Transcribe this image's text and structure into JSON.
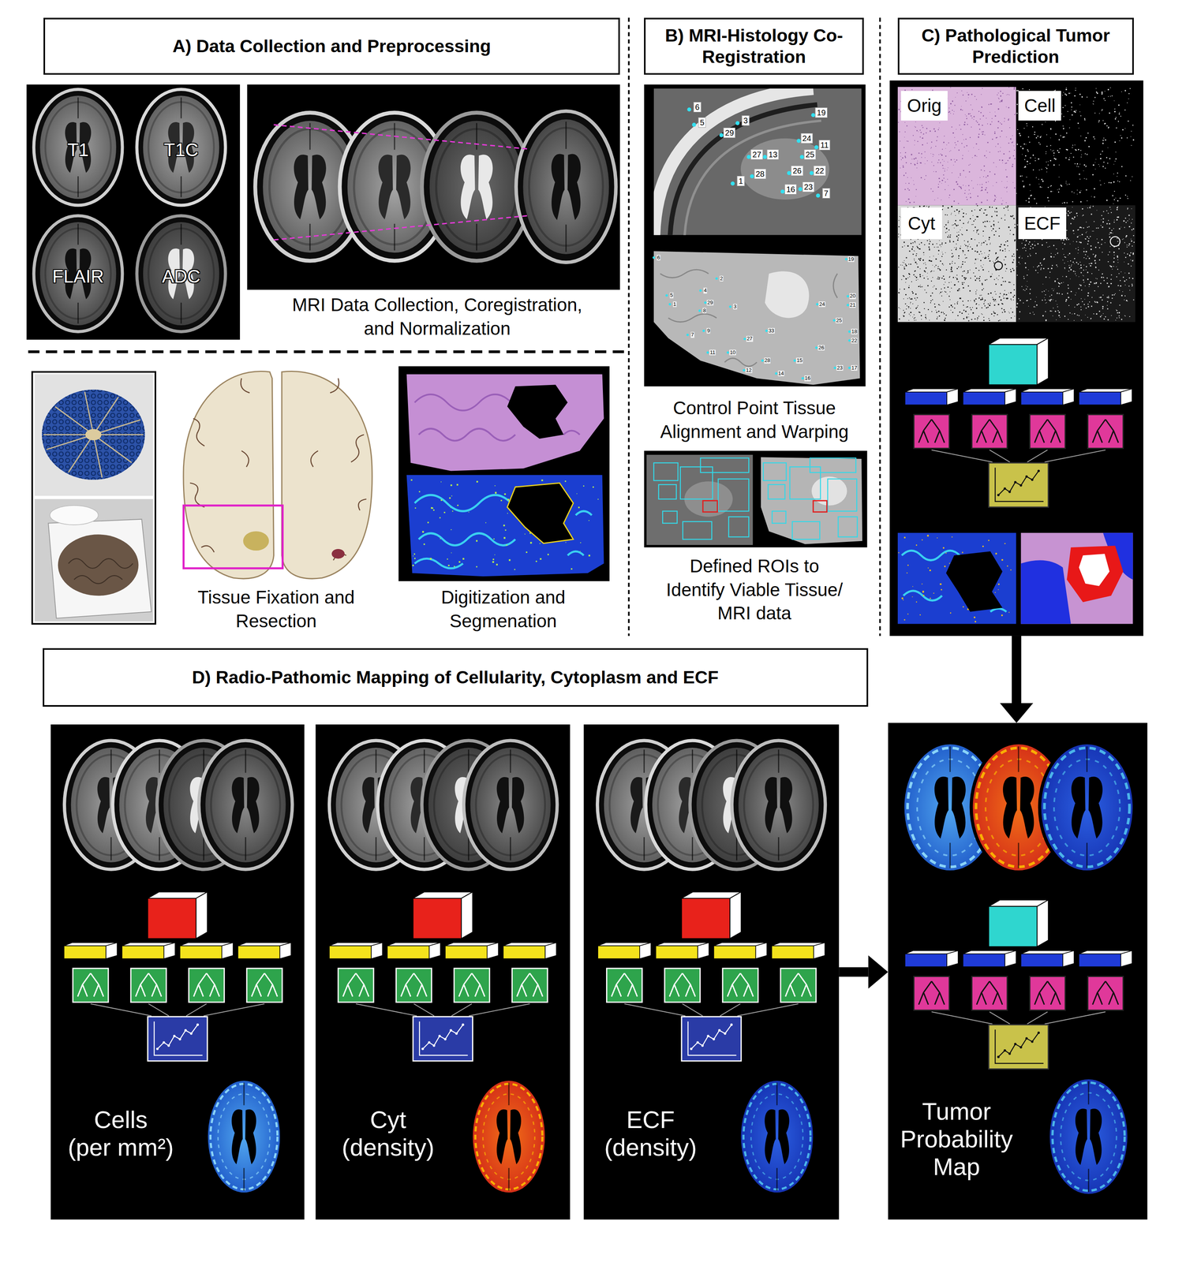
{
  "diagram": {
    "nodes": [
      {
        "text": [
          "A) Data Collection and Preprocessing"
        ]
      },
      {
        "text": [
          "B) MRI-Histology Co-Registration"
        ]
      },
      {
        "text": [
          "C) Pathological Tumor Prediction"
        ]
      },
      {
        "text": [
          "Orig"
        ],
        "in": 2
      },
      {
        "text": [
          "Cell"
        ],
        "in": 2
      },
      {
        "text": [
          "Cyt"
        ],
        "in": 2
      },
      {
        "text": [
          "ECF"
        ],
        "in": 2
      },
      {
        "text": [
          "D) Radio-Pathomic Mapping of Cellularity, Cytoplasm and ECF"
        ]
      },
      {
        "text": [
          "Cells (per mm²)"
        ]
      },
      {
        "text": [
          "Cyt (density)"
        ]
      },
      {
        "text": [
          "ECF (density)"
        ]
      },
      {
        "text": [
          "Tumor Probability Map"
        ]
      }
    ],
    "edges": [
      {
        "from": 2,
        "to": 11,
        "arrow": "to"
      },
      {
        "from": 10,
        "to": 11,
        "arrow": "to"
      }
    ],
    "labels": [
      "T1",
      "T1C",
      "FLAIR",
      "ADC",
      "MRI Data Collection, Coregistration, and Normalization",
      "Tissue Fixation and Resection",
      "Digitization and Segmenation",
      "6",
      "5",
      "29",
      "3",
      "19",
      "24",
      "11",
      "27",
      "13",
      "25",
      "26",
      "22",
      "1",
      "28",
      "16",
      "23",
      "7",
      "6",
      "2",
      "4",
      "5",
      "29",
      "1",
      "8",
      "3",
      "19",
      "20",
      "21",
      "24",
      "25",
      "7",
      "9",
      "33",
      "27",
      "11",
      "10",
      "18",
      "22",
      "26",
      "12",
      "28",
      "15",
      "14",
      "16",
      "23",
      "17",
      "Control Point Tissue Alignment and Warping",
      "Defined ROIs to Identify Viable Tissue/ MRI data"
    ]
  }
}
